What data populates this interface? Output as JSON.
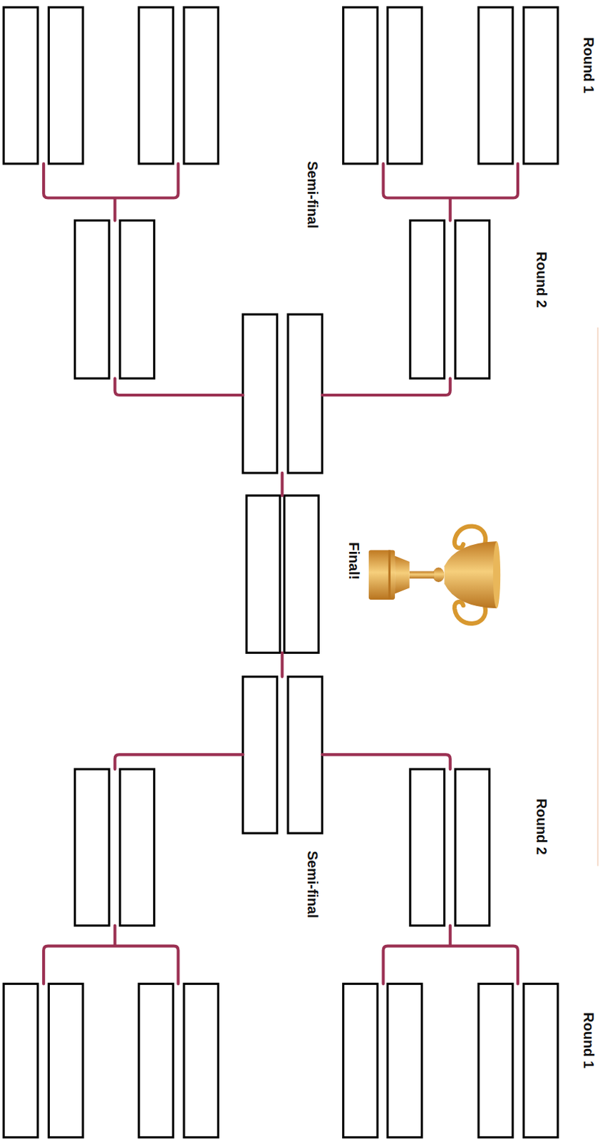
{
  "diagram": {
    "labels": [
      "Round 1",
      "Semi-final",
      "Round 2",
      "Final!",
      "Round 2",
      "Semi-final",
      "Round 1"
    ]
  }
}
